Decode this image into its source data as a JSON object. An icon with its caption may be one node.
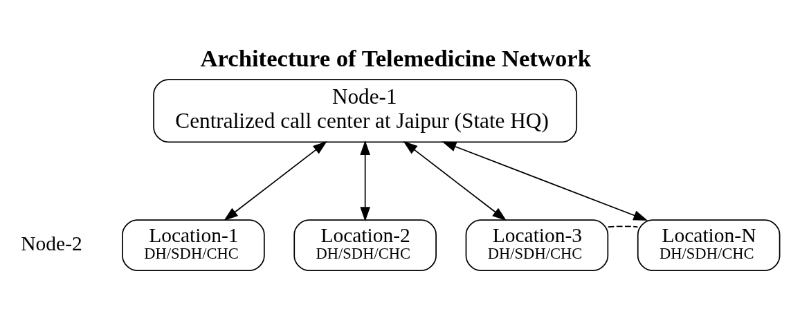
{
  "diagram": {
    "title": "Architecture of Telemedicine Network",
    "nodes": [
      {
        "text": [
          "Node-1",
          "Centralized call center at Jaipur (State HQ)"
        ]
      },
      {
        "text": [
          "Location-1",
          "DH/SDH/CHC"
        ]
      },
      {
        "text": [
          "Location-2",
          "DH/SDH/CHC"
        ]
      },
      {
        "text": [
          "Location-3",
          "DH/SDH/CHC"
        ]
      },
      {
        "text": [
          "Location-N",
          "DH/SDH/CHC"
        ]
      }
    ],
    "edges": [
      {
        "from": 0,
        "to": 1,
        "arrow": "both"
      },
      {
        "from": 0,
        "to": 2,
        "arrow": "both"
      },
      {
        "from": 0,
        "to": 3,
        "arrow": "both"
      },
      {
        "from": 0,
        "to": 4,
        "arrow": "both"
      },
      {
        "from": 3,
        "to": 4,
        "arrow": "none",
        "style": "dashed"
      }
    ],
    "labels": [
      "Node-2"
    ]
  }
}
